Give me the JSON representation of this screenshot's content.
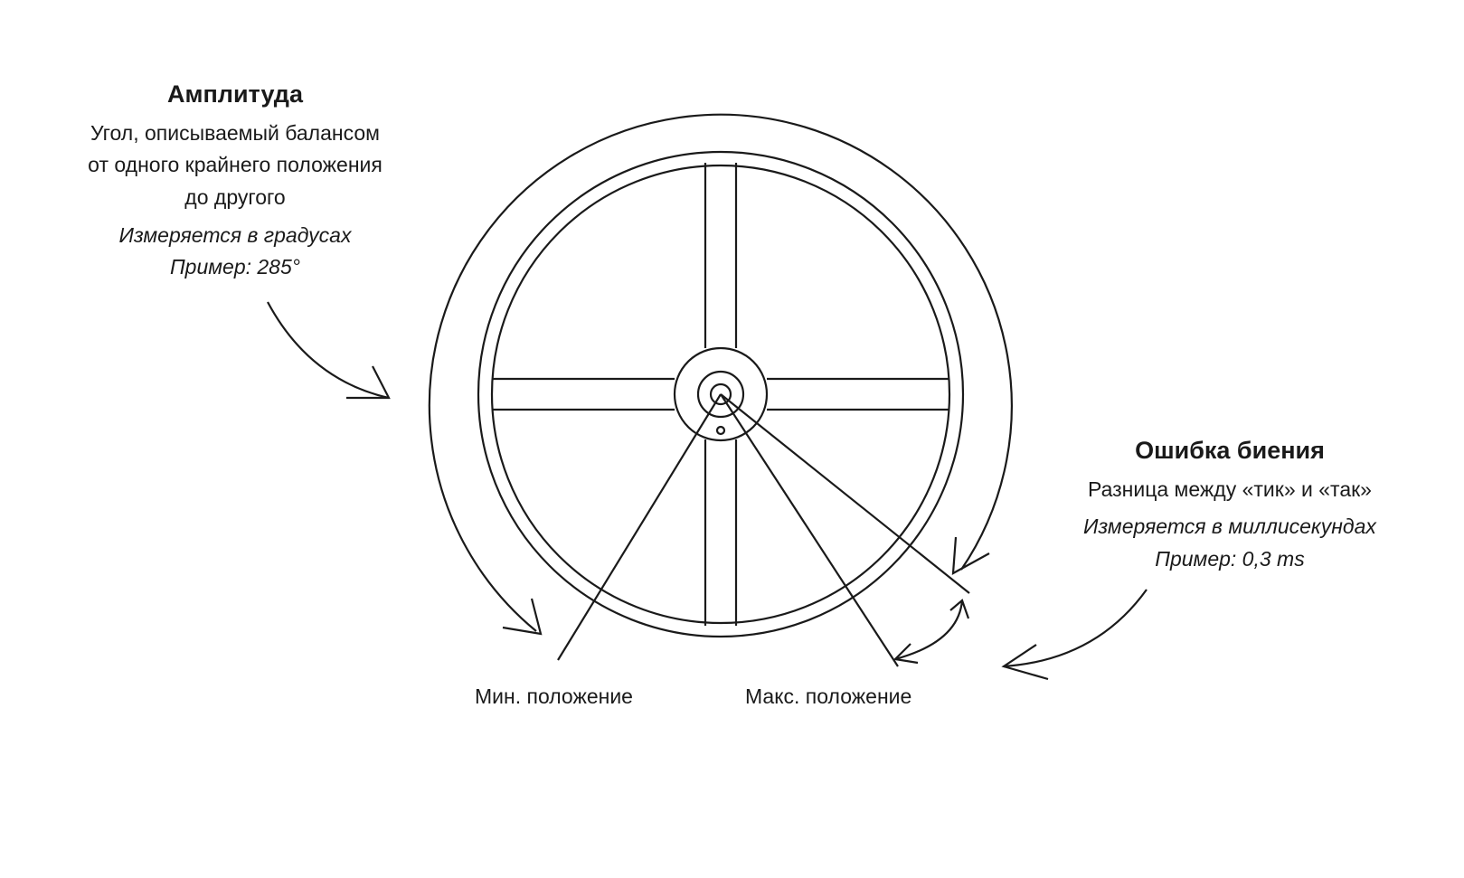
{
  "amplitude": {
    "title": "Амплитуда",
    "lines": [
      "Угол, описываемый балансом",
      "от одного крайнего положения",
      "до другого"
    ],
    "unit_note": "Измеряется в градусах",
    "example": "Пример: 285°"
  },
  "beat_error": {
    "title": "Ошибка биения",
    "lines": [
      "Разница между «тик» и «так»"
    ],
    "unit_note": "Измеряется в миллисекундах",
    "example": "Пример: 0,3 ms"
  },
  "labels": {
    "min_position": "Мин. положение",
    "max_position": "Макс. положение"
  },
  "colors": {
    "stroke": "#1a1a1a",
    "background": "#ffffff"
  }
}
